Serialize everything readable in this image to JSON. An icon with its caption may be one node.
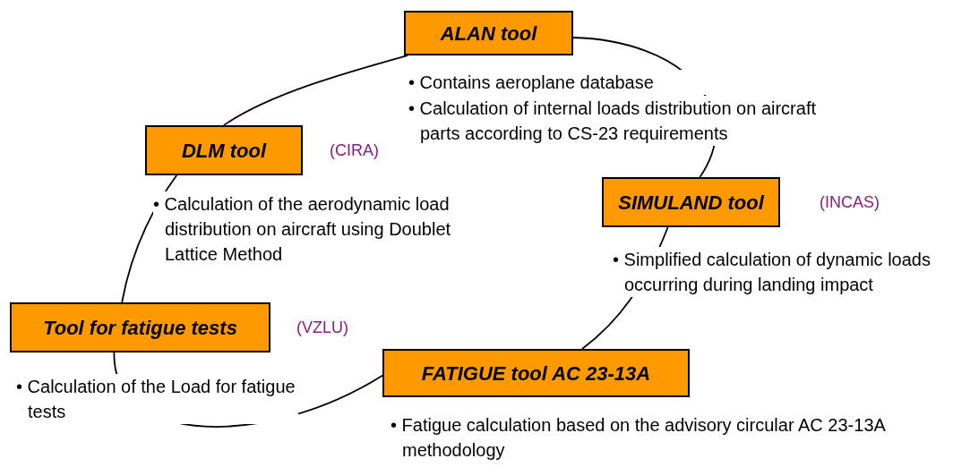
{
  "diagram": {
    "nodes": [
      {
        "text": [
          "ALAN tool"
        ],
        "beside": [
          "• Contains aeroplane database",
          "• Calculation of internal loads distribution on aircraft parts  according to CS-23 requirements"
        ]
      },
      {
        "text": [
          "DLM tool"
        ],
        "beside": [
          "(CIRA)",
          "• Calculation of the aerodynamic load distribution on aircraft using Doublet Lattice Method"
        ]
      },
      {
        "text": [
          "SIMULAND tool"
        ],
        "beside": [
          "(INCAS)",
          "• Simplified calculation of dynamic loads occurring during landing impact"
        ]
      },
      {
        "text": [
          "Tool for fatigue tests"
        ],
        "beside": [
          "(VZLU)",
          "• Calculation of the Load for fatigue tests"
        ]
      },
      {
        "text": [
          "FATIGUE tool AC 23-13A"
        ],
        "beside": [
          "• Fatigue calculation based on the advisory circular AC 23-13A methodology"
        ]
      }
    ],
    "edges": [
      {
        "from": 0,
        "to": 2,
        "arrow": "none"
      },
      {
        "from": 2,
        "to": 4,
        "arrow": "none"
      },
      {
        "from": 4,
        "to": 3,
        "arrow": "none"
      },
      {
        "from": 3,
        "to": 1,
        "arrow": "none"
      },
      {
        "from": 1,
        "to": 0,
        "arrow": "none"
      }
    ]
  }
}
